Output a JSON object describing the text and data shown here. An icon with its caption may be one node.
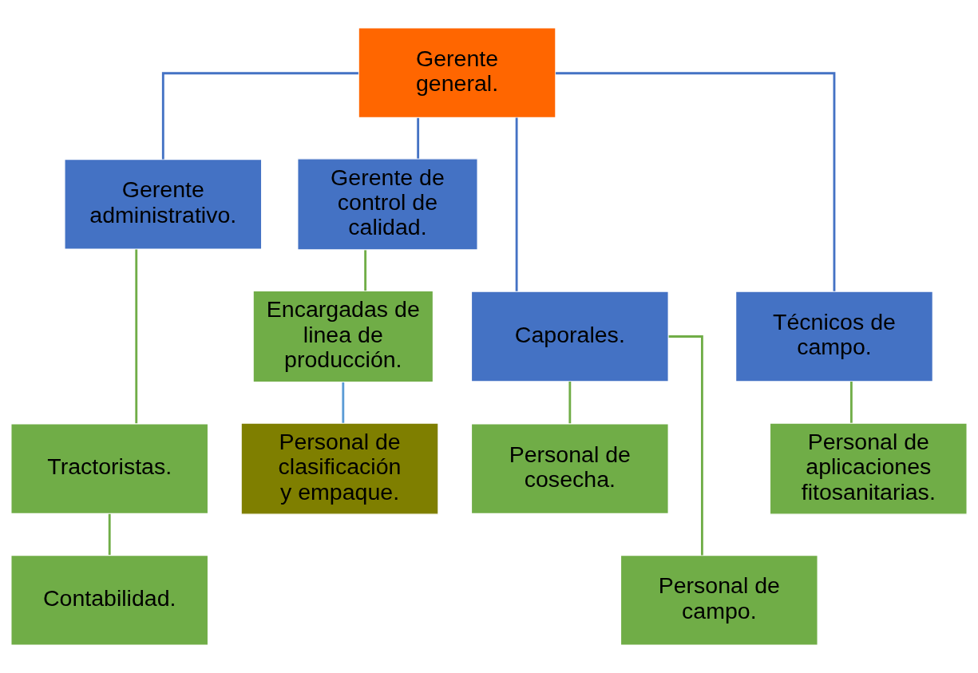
{
  "diagram": {
    "nodes": [
      {
        "text": [
          "Gerente general."
        ]
      },
      {
        "text": [
          "Gerente administrativo."
        ]
      },
      {
        "text": [
          "Gerente de control de calidad."
        ]
      },
      {
        "text": [
          "Caporales."
        ]
      },
      {
        "text": [
          "Técnicos de campo."
        ]
      },
      {
        "text": [
          "Encargadas de linea de producción."
        ]
      },
      {
        "text": [
          "Tractoristas."
        ]
      },
      {
        "text": [
          "Contabilidad."
        ]
      },
      {
        "text": [
          "Personal de cosecha."
        ]
      },
      {
        "text": [
          "Personal de campo."
        ]
      },
      {
        "text": [
          "Personal de aplicaciones fitosanitarias."
        ]
      },
      {
        "text": [
          "Personal de clasificación y empaque."
        ]
      }
    ],
    "edges": [
      {
        "from": 0,
        "to": 1,
        "arrow": "none",
        "color": "#4472c4"
      },
      {
        "from": 0,
        "to": 2,
        "arrow": "none",
        "color": "#4472c4"
      },
      {
        "from": 0,
        "to": 3,
        "arrow": "none",
        "color": "#4472c4"
      },
      {
        "from": 0,
        "to": 4,
        "arrow": "none",
        "color": "#4472c4"
      },
      {
        "from": 1,
        "to": 6,
        "arrow": "none"
      },
      {
        "from": 6,
        "to": 7,
        "arrow": "none"
      },
      {
        "from": 3,
        "to": 8,
        "arrow": "none"
      },
      {
        "from": 3,
        "to": 9,
        "arrow": "none"
      },
      {
        "from": 4,
        "to": 10,
        "arrow": "none"
      },
      {
        "from": 2,
        "to": 5,
        "arrow": "none"
      },
      {
        "from": 5,
        "to": 11,
        "arrow": "none",
        "color": "#5b9bd5"
      }
    ]
  }
}
